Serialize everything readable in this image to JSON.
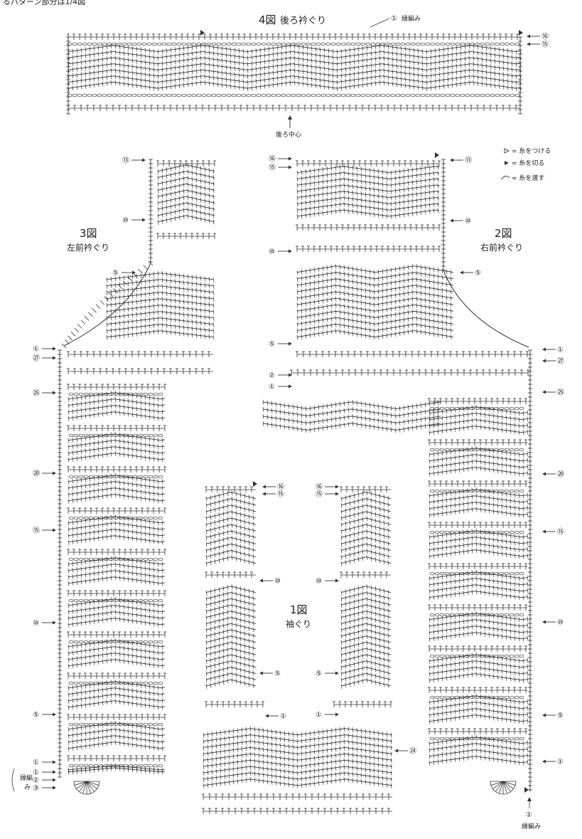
{
  "header_fragment": "るパターン部分は1/4図",
  "legend": {
    "attach": "= 糸をつける",
    "cut": "= 糸を切る",
    "carry": "= 糸を渡す"
  },
  "figures": {
    "fig4": {
      "title": "4図",
      "subtitle": "後ろ衿ぐり",
      "center_label": "後ろ中心"
    },
    "fig3": {
      "title": "3図",
      "subtitle": "左前衿ぐり"
    },
    "fig2": {
      "title": "2図",
      "subtitle": "右前衿ぐり"
    },
    "fig1": {
      "title": "1図",
      "subtitle": "袖ぐり"
    }
  },
  "edging_label": "縁編み",
  "edging_label_split": [
    "縁編",
    "み"
  ],
  "row_markers": {
    "r1": "①",
    "r2": "②",
    "r3": "③",
    "r5": "⑤",
    "r10": "⑩",
    "r15": "⑮",
    "r16": "⑯",
    "r20": "⑳",
    "r24": "㉔",
    "r25": "㉕",
    "r27": "㉗",
    "r13": "⑬"
  },
  "colors": {
    "ink": "#333333",
    "paper": "#ffffff",
    "label": "#222222"
  }
}
